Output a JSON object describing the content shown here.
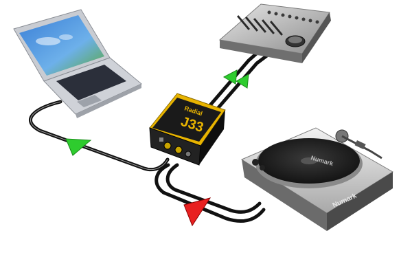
{
  "devices": {
    "laptop": {
      "name": "laptop"
    },
    "controller": {
      "name": "mixer-controller"
    },
    "di_box": {
      "brand": "Radial",
      "model": "J33"
    },
    "turntable": {
      "brand": "Numark"
    }
  },
  "arrows": [
    {
      "id": "laptop-to-dibox",
      "color": "#2ecc2e"
    },
    {
      "id": "dibox-to-controller-1",
      "color": "#2ecc2e"
    },
    {
      "id": "dibox-to-controller-2",
      "color": "#2ecc2e"
    },
    {
      "id": "turntable-to-dibox",
      "color": "#e82020"
    }
  ],
  "colors": {
    "cable": "#111111",
    "cable_highlight": "#9a9a9a",
    "di_box_body": "#1a1a1a",
    "di_box_accent": "#e8b400"
  }
}
